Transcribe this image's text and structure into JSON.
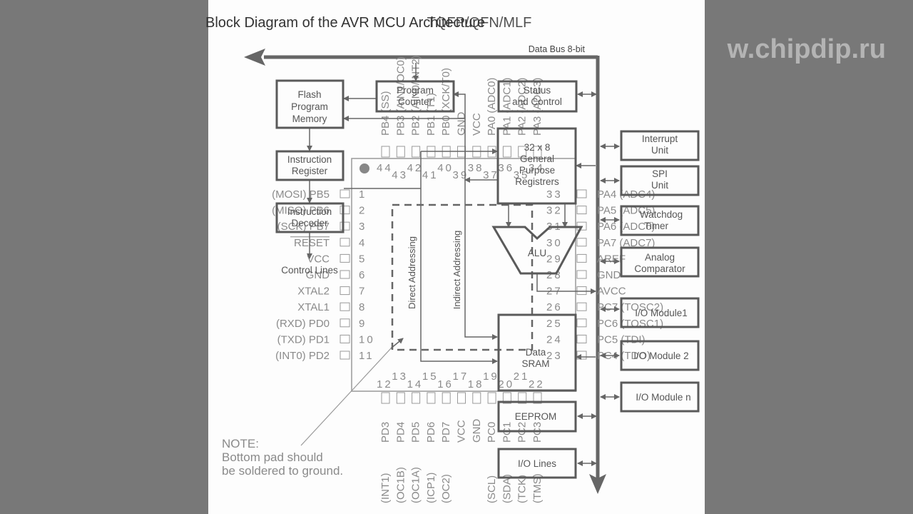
{
  "title": "Block Diagram of the AVR MCU Architecture",
  "overlay_title": "TQFP/QFN/MLF",
  "watermark": "w.chipdip.ru",
  "data_bus_label": "Data Bus 8-bit",
  "blocks": {
    "flash": [
      "Flash",
      "Program",
      "Memory"
    ],
    "program_counter": [
      "Program",
      "Counter"
    ],
    "status_control": [
      "Status",
      "and Control"
    ],
    "instruction_register": [
      "Instruction",
      "Register"
    ],
    "instruction_decoder": [
      "Instruction",
      "Decoder"
    ],
    "gpr": [
      "32 x 8",
      "General",
      "Purpose",
      "Registrers"
    ],
    "alu": "ALU",
    "data_sram": [
      "Data",
      "SRAM"
    ],
    "eeprom": "EEPROM",
    "io_lines": "I/O Lines",
    "interrupt_unit": [
      "Interrupt",
      "Unit"
    ],
    "spi_unit": [
      "SPI",
      "Unit"
    ],
    "watchdog_timer": [
      "Watchdog",
      "Timer"
    ],
    "analog_comparator": [
      "Analog",
      "Comparator"
    ],
    "io_module_1": "I/O Module1",
    "io_module_2": "I/O Module 2",
    "io_module_n": "I/O Module n"
  },
  "labels": {
    "control_lines": "Control Lines",
    "direct_addressing": "Direct Addressing",
    "indirect_addressing": "Indirect Addressing",
    "note": [
      "NOTE:",
      "Bottom pad should",
      "be soldered to ground."
    ]
  },
  "pins": {
    "left": [
      {
        "num": "1",
        "name": "(MOSI)  PB5"
      },
      {
        "num": "2",
        "name": "(MISO)  PB6"
      },
      {
        "num": "3",
        "name": "(SCK)  PB7"
      },
      {
        "num": "4",
        "name": "RESET"
      },
      {
        "num": "5",
        "name": "VCC"
      },
      {
        "num": "6",
        "name": "GND"
      },
      {
        "num": "7",
        "name": "XTAL2"
      },
      {
        "num": "8",
        "name": "XTAL1"
      },
      {
        "num": "9",
        "name": "(RXD)  PD0"
      },
      {
        "num": "10",
        "name": "(TXD)  PD1"
      },
      {
        "num": "11",
        "name": "(INT0)  PD2"
      }
    ],
    "right": [
      {
        "num": "33",
        "name": "PA4  (ADC4)"
      },
      {
        "num": "32",
        "name": "PA5  (ADC5)"
      },
      {
        "num": "31",
        "name": "PA6  (ADC6)"
      },
      {
        "num": "30",
        "name": "PA7  (ADC7)"
      },
      {
        "num": "29",
        "name": "AREF"
      },
      {
        "num": "28",
        "name": "GND"
      },
      {
        "num": "27",
        "name": "AVCC"
      },
      {
        "num": "26",
        "name": "PC7  (TOSC2)"
      },
      {
        "num": "25",
        "name": "PC6  (TOSC1)"
      },
      {
        "num": "24",
        "name": "PC5  (TDI)"
      },
      {
        "num": "23",
        "name": "PC4  (TDO)"
      }
    ],
    "top": [
      {
        "num": "44",
        "name": "PB4  (SS)"
      },
      {
        "num": "43",
        "name": "PB3  (AIN1/OC0)"
      },
      {
        "num": "42",
        "name": "PB2  (AIN0/INT2)"
      },
      {
        "num": "41",
        "name": "PB1  (T1)"
      },
      {
        "num": "40",
        "name": "PB0  (XCK/T0)"
      },
      {
        "num": "39",
        "name": "GND"
      },
      {
        "num": "38",
        "name": "VCC"
      },
      {
        "num": "37",
        "name": "PA0  (ADC0)"
      },
      {
        "num": "36",
        "name": "PA1  (ADC1)"
      },
      {
        "num": "35",
        "name": "PA2  (ADC2)"
      },
      {
        "num": "34",
        "name": "PA3  (ADC3)"
      }
    ],
    "bottom": [
      {
        "num": "12",
        "name": "PD3  (INT1)"
      },
      {
        "num": "13",
        "name": "PD4  (OC1B)"
      },
      {
        "num": "14",
        "name": "PD5  (OC1A)"
      },
      {
        "num": "15",
        "name": "PD6  (ICP1)"
      },
      {
        "num": "16",
        "name": "PD7  (OC2)"
      },
      {
        "num": "17",
        "name": "VCC"
      },
      {
        "num": "18",
        "name": "GND"
      },
      {
        "num": "19",
        "name": "PC0  (SCL)"
      },
      {
        "num": "20",
        "name": "PC1  (SDA)"
      },
      {
        "num": "21",
        "name": "PC2  (TCK)"
      },
      {
        "num": "22",
        "name": "PC3  (TMS)"
      }
    ]
  },
  "colors": {
    "background": "#787878",
    "panel": "#fdfdfd",
    "block_stroke": "#5a5a5a",
    "pin_text": "#8a8a8a",
    "watermark": "#b4b4b4"
  }
}
